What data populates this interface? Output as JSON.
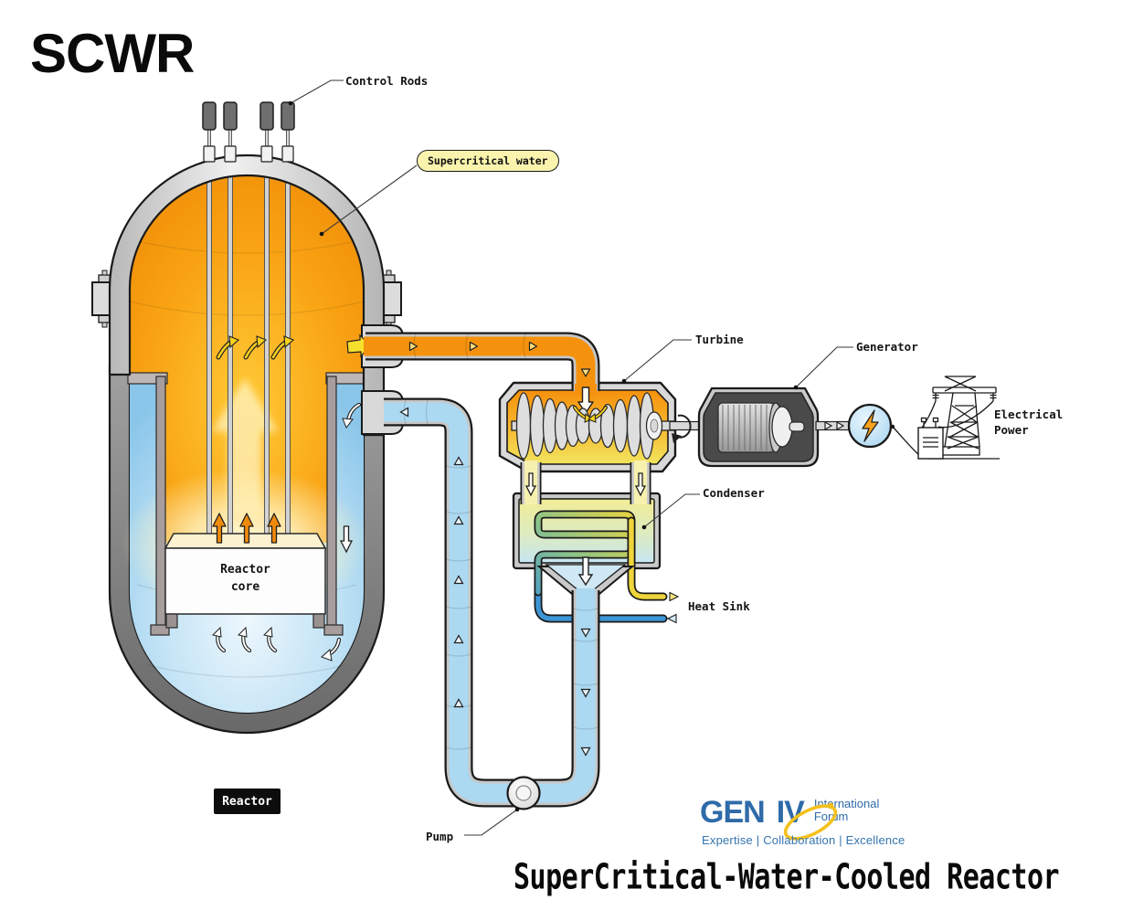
{
  "page": {
    "title": "SCWR",
    "subtitle": "SuperCritical-Water-Cooled Reactor"
  },
  "callouts": {
    "control_rods": "Control Rods",
    "supercritical_water": "Supercritical water",
    "turbine": "Turbine",
    "generator": "Generator",
    "electrical_power_line1": "Electrical",
    "electrical_power_line2": "Power",
    "condenser": "Condenser",
    "heat_sink": "Heat Sink",
    "pump": "Pump",
    "reactor_tag": "Reactor",
    "reactor_core_line1": "Reactor",
    "reactor_core_line2": "core"
  },
  "logo": {
    "gen": "GEN",
    "iv": "IV",
    "org_line1": "International",
    "org_line2": "Forum",
    "tagline": "Expertise | Collaboration | Excellence"
  },
  "colors": {
    "supercritical_orange": "#F5920D",
    "coolant_blue": "#ACD9F2",
    "vessel_gray": "#8F8F8F",
    "highlight_yellow": "#F7D11E",
    "pill_yellow": "#FAF3AE",
    "logo_blue": "#2F6BA8",
    "logo_yellow": "#F3C11D"
  }
}
